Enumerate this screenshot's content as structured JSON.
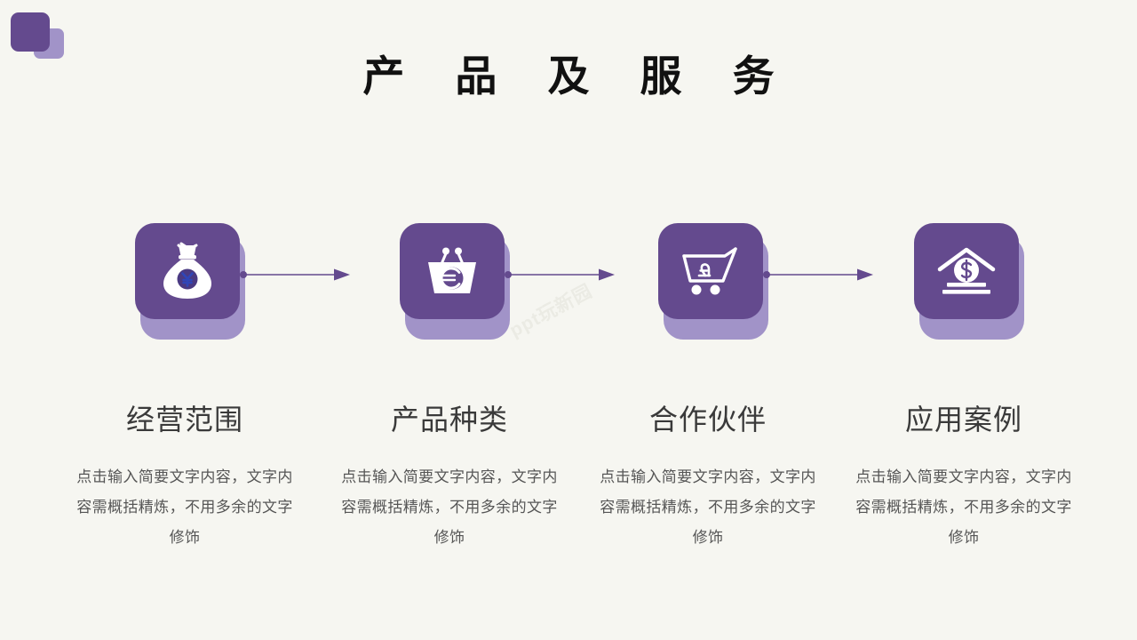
{
  "slide": {
    "title": "产  品  及  服  务",
    "background_color": "#f6f6f1",
    "watermark": "ppt玩新园"
  },
  "logo": {
    "name": "brand-logo",
    "front_color": "#644a8e",
    "back_color": "#a193c8"
  },
  "theme": {
    "card_color": "#644a8e",
    "card_shadow_color": "#a193c8",
    "arrow_color": "#644a8e",
    "heading_color": "#3a3a3a",
    "body_color": "#565656",
    "title_color": "#111111"
  },
  "columns": [
    {
      "icon": "money-bag-yen-icon",
      "icon_symbol": "¥",
      "heading": "经营范围",
      "body": "点击输入简要文字内容，文字内容需概括精炼，不用多余的文字修饰",
      "has_arrow": true
    },
    {
      "icon": "shopping-basket-euro-icon",
      "icon_symbol": "€",
      "heading": "产品种类",
      "body": "点击输入简要文字内容，文字内容需概括精炼，不用多余的文字修饰",
      "has_arrow": true
    },
    {
      "icon": "shopping-cart-pound-icon",
      "icon_symbol": "£",
      "heading": "合作伙伴",
      "body": "点击输入简要文字内容，文字内容需概括精炼，不用多余的文字修饰",
      "has_arrow": true
    },
    {
      "icon": "bank-dollar-icon",
      "icon_symbol": "$",
      "heading": "应用案例",
      "body": "点击输入简要文字内容，文字内容需概括精炼，不用多余的文字修饰",
      "has_arrow": false
    }
  ]
}
